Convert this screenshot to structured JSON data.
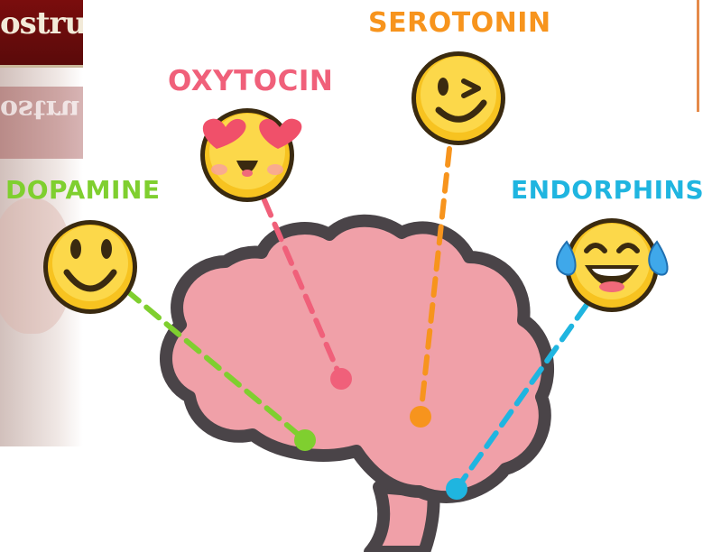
{
  "colors": {
    "dopamine": "#7fcf2f",
    "oxytocin": "#f0607a",
    "serotonin": "#f7941d",
    "endorphins": "#1fb5e0",
    "brain_fill": "#f0a0a8",
    "brain_stroke": "#4a4448",
    "book_red": "#7a0d0d",
    "card_edge": "#e58a4a"
  },
  "book": {
    "title_fragment": "ostru",
    "mirror_fragment": "ostru"
  },
  "hormones": [
    {
      "key": "dopamine",
      "label": "DOPAMINE",
      "emoji": "smiling-face-icon"
    },
    {
      "key": "oxytocin",
      "label": "OXYTOCIN",
      "emoji": "heart-eyes-face-icon"
    },
    {
      "key": "serotonin",
      "label": "SEROTONIN",
      "emoji": "winking-face-icon"
    },
    {
      "key": "endorphins",
      "label": "ENDORPHINS",
      "emoji": "tears-of-joy-face-icon"
    }
  ]
}
